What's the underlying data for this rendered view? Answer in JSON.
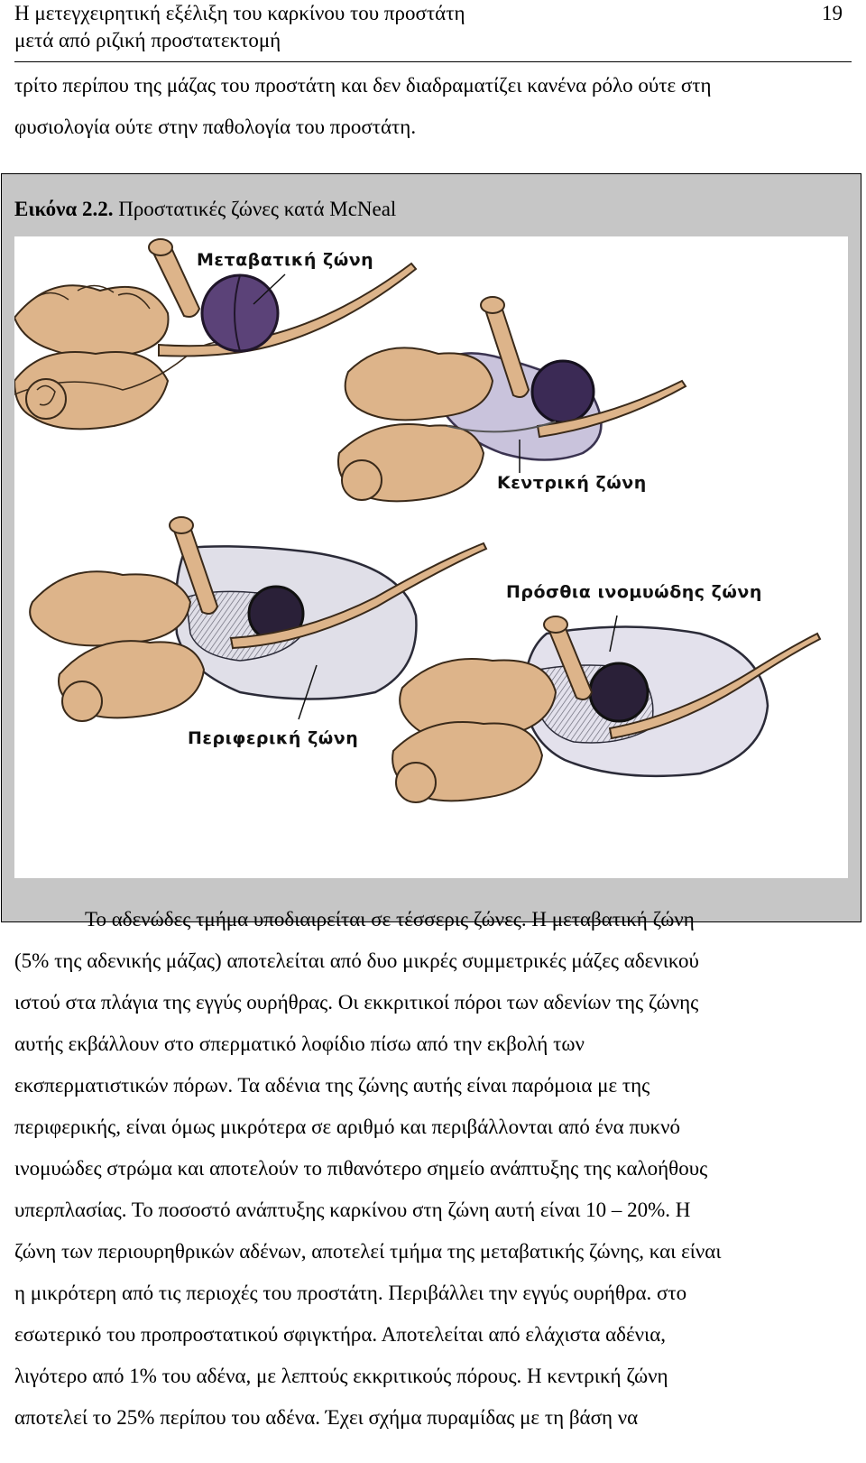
{
  "header": {
    "title_line1": "Η μετεγχειρητική εξέλιξη του καρκίνου του προστάτη",
    "title_line2": "μετά από ριζική προστατεκτομή",
    "page_number": "19"
  },
  "intro": {
    "lines": [
      "τρίτο περίπου της μάζας του προστάτη και δεν διαδραματίζει κανένα ρόλο ούτε στη",
      "φυσιολογία ούτε στην παθολογία του προστάτη."
    ]
  },
  "figure": {
    "label": "Εικόνα 2.2.",
    "caption": "Προστατικές ζώνες κατά McNeal",
    "zones": {
      "transition": "Μεταβατική ζώνη",
      "central": "Κεντρική ζώνη",
      "anterior": "Πρόσθια ινομυώδης ζώνη",
      "peripheral": "Περιφερική ζώνη"
    }
  },
  "body": {
    "lines": [
      "Το αδενώδες τμήμα υποδιαιρείται  σε τέσσερις ζώνες. Η μεταβατική ζώνη",
      "(5% της αδενικής μάζας) αποτελείται από δυο μικρές συμμετρικές μάζες αδενικού",
      "ιστού στα πλάγια της εγγύς ουρήθρας.  Οι εκκριτικοί πόροι των αδενίων της ζώνης",
      "αυτής εκβάλλουν στο σπερματικό λοφίδιο πίσω από την εκβολή των",
      "εκσπερματιστικών πόρων. Τα αδένια της ζώνης αυτής είναι παρόμοια με της",
      "περιφερικής, είναι όμως μικρότερα σε αριθμό και περιβάλλονται από ένα πυκνό",
      "ινομυώδες στρώμα και αποτελούν το πιθανότερο σημείο ανάπτυξης της καλοήθους",
      "υπερπλασίας. Το ποσοστό ανάπτυξης καρκίνου στη ζώνη αυτή είναι 10 – 20%. Η",
      "ζώνη των περιουρηθρικών αδένων, αποτελεί τμήμα της μεταβατικής ζώνης, και είναι",
      "η μικρότερη από τις περιοχές του προστάτη. Περιβάλλει την εγγύς ουρήθρα. στο",
      "εσωτερικό του προπροστατικού σφιγκτήρα. Αποτελείται από ελάχιστα αδένια,",
      "λιγότερο από 1% του αδένα, με  λεπτούς εκκριτικούς πόρους. Η κεντρική ζώνη",
      "αποτελεί το 25% περίπου του αδένα. Έχει σχήμα πυραμίδας με τη  βάση να"
    ]
  }
}
